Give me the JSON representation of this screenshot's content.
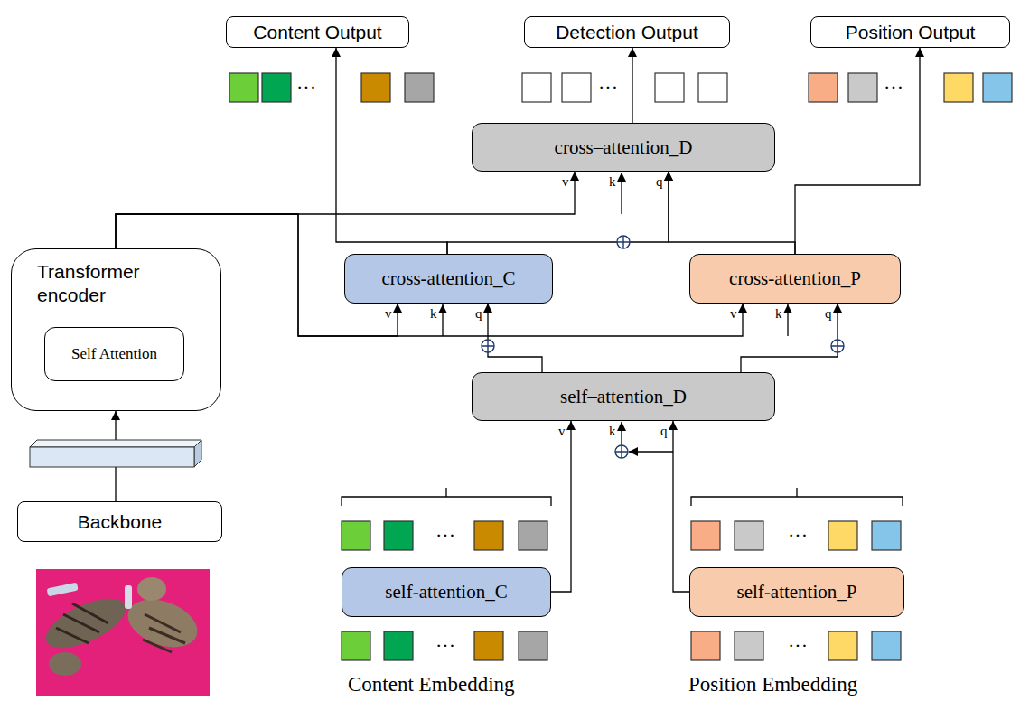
{
  "diagram": {
    "nodes": [
      {
        "text": [
          "Content Output"
        ]
      },
      {
        "text": [
          "Detection Output"
        ]
      },
      {
        "text": [
          "Position Output"
        ]
      },
      {
        "text": [
          "cross–attention_D"
        ]
      },
      {
        "text": [
          "Transformer encoder"
        ]
      },
      {
        "text": [
          "Self Attention"
        ],
        "in": 4
      },
      {
        "text": [
          "cross-attention_C"
        ]
      },
      {
        "text": [
          "cross-attention_P"
        ]
      },
      {
        "text": [
          "self–attention_D"
        ]
      },
      {
        "text": [
          "Backbone"
        ]
      },
      {
        "text": [
          "self-attention_C"
        ]
      },
      {
        "text": [
          "self-attention_P"
        ]
      }
    ],
    "edges": [
      {
        "from": 9,
        "to": 4,
        "arrow": "to"
      },
      {
        "from": 4,
        "to": 6,
        "arrow": "to"
      },
      {
        "from": 4,
        "to": 7,
        "arrow": "to"
      },
      {
        "from": 4,
        "to": 3,
        "arrow": "to"
      },
      {
        "from": 6,
        "to": 0,
        "arrow": "to"
      },
      {
        "from": 7,
        "to": 2,
        "arrow": "to"
      },
      {
        "from": 3,
        "to": 1,
        "arrow": "to"
      },
      {
        "from": 6,
        "to": 3,
        "arrow": "to"
      },
      {
        "from": 7,
        "to": 3,
        "arrow": "to"
      },
      {
        "from": 10,
        "to": 8,
        "arrow": "to"
      },
      {
        "from": 11,
        "to": 8,
        "arrow": "to"
      },
      {
        "from": 8,
        "to": 6,
        "arrow": "to"
      },
      {
        "from": 8,
        "to": 7,
        "arrow": "to"
      }
    ],
    "labels": [
      "···",
      "···",
      "···",
      "v",
      "k",
      "q",
      "v",
      "k",
      "q",
      "v",
      "k",
      "q",
      "v",
      "k",
      "q",
      "···",
      "···",
      "···",
      "···",
      "Content Embedding",
      "Position Embedding"
    ]
  }
}
